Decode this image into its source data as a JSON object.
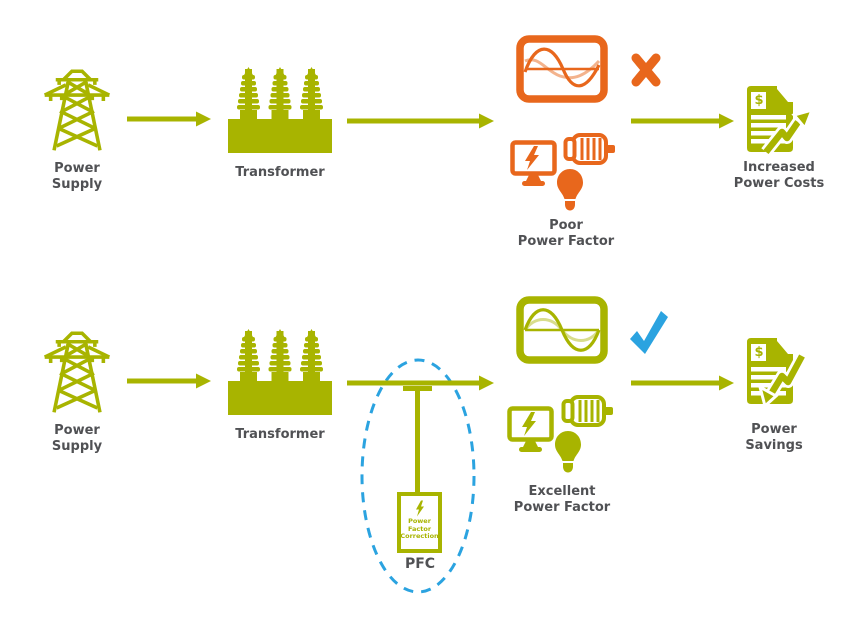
{
  "colors": {
    "green": "#a8b400",
    "orange": "#e8671c",
    "blue": "#2ba3e0",
    "label_text": "#505154"
  },
  "doc_currency": "$",
  "rows": [
    {
      "supply_label": [
        "Power",
        "Supply"
      ],
      "transformer_label": [
        "Transformer"
      ],
      "factor_label": [
        "Poor",
        "Power Factor"
      ],
      "result_label": [
        "Increased",
        "Power Costs"
      ],
      "status_icon": "x-mark",
      "waveform": "out-of-phase"
    },
    {
      "supply_label": [
        "Power",
        "Supply"
      ],
      "transformer_label": [
        "Transformer"
      ],
      "factor_label": [
        "Excellent",
        "Power Factor"
      ],
      "result_label": [
        "Power",
        "Savings"
      ],
      "status_icon": "check-mark",
      "waveform": "in-phase"
    }
  ],
  "pfc": {
    "label": "PFC",
    "box_text": [
      "Power",
      "Factor",
      "Correction"
    ]
  },
  "icons": {
    "supply": "transmission-tower-icon",
    "transformer": "transformer-icon",
    "waveform_bad": "oscilloscope-out-of-phase-icon",
    "waveform_good": "oscilloscope-in-phase-icon",
    "status_bad": "x-mark-icon",
    "status_good": "check-mark-icon",
    "loads": [
      "monitor-icon",
      "motor-icon",
      "lightbulb-icon"
    ],
    "result_up": "invoice-up-arrow-icon",
    "result_down": "invoice-down-arrow-icon",
    "pfc_unit": "pfc-unit-icon"
  }
}
